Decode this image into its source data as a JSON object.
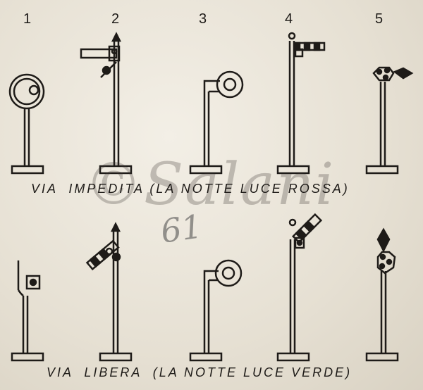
{
  "labels": [
    "1",
    "2",
    "3",
    "4",
    "5"
  ],
  "captions": {
    "top": "VIA  IMPEDITA (LA NOTTE LUCE ROSSA)",
    "bottom": "VIA  LIBERA  (LA NOTTE LUCE VERDE)"
  },
  "watermark": "©Salani",
  "pencil_mark": "61",
  "colors": {
    "ink": "#1e1b18",
    "paper": "#e9e4d9"
  }
}
